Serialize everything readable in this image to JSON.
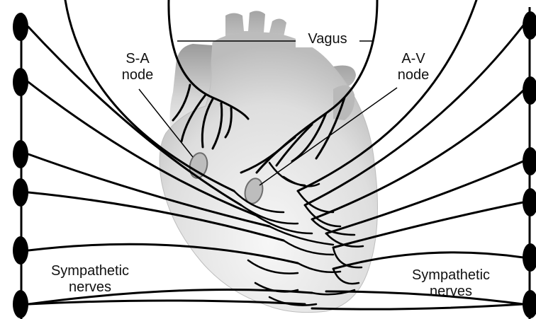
{
  "labels": {
    "vagus": "Vagus",
    "sa_node": [
      "S-A",
      "node"
    ],
    "av_node": [
      "A-V",
      "node"
    ],
    "sympathetic_left": [
      "Sympathetic",
      "nerves"
    ],
    "sympathetic_right": [
      "Sympathetic",
      "nerves"
    ]
  },
  "colors": {
    "nerve": "#000000",
    "node_fill": "#bdbdbd",
    "node_stroke": "#6e6e6e",
    "heart_light": "#f4f4f4",
    "heart_dark": "#9a9a9a",
    "label_text": "#111111"
  }
}
